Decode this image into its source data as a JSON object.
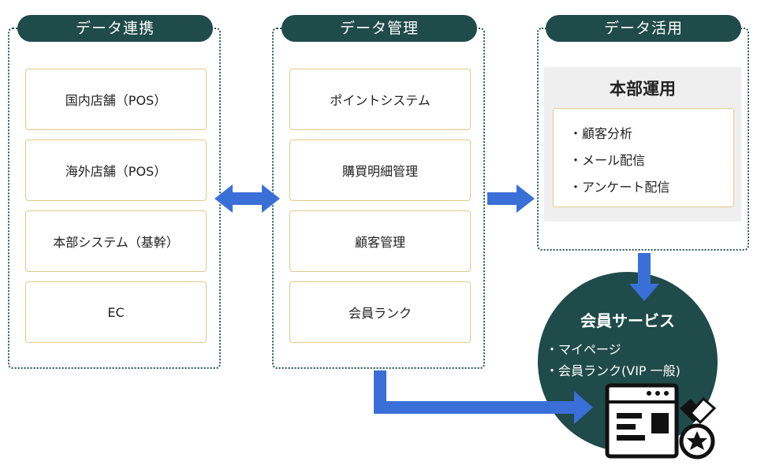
{
  "columns": [
    {
      "title": "データ連携",
      "items": [
        "国内店舗（POS）",
        "海外店舗（POS）",
        "本部システム（基幹）",
        "EC"
      ]
    },
    {
      "title": "データ管理",
      "items": [
        "ポイントシステム",
        "購買明細管理",
        "顧客管理",
        "会員ランク"
      ]
    },
    {
      "title": "データ活用"
    }
  ],
  "hq": {
    "title": "本部運用",
    "items": [
      "・顧客分析",
      "・メール配信",
      "・アンケート配信"
    ]
  },
  "member_service": {
    "title": "会員サービス",
    "items": [
      "・マイページ",
      "・会員ランク(VIP 一般)"
    ]
  },
  "icons": [
    "bidirectional-arrow-icon",
    "right-arrow-icon",
    "down-arrow-icon",
    "elbow-arrow-icon",
    "membership-card-medal-icon"
  ],
  "colors": {
    "dark_teal": "#1f4b4a",
    "arrow_blue": "#3a6fd8",
    "box_border": "#e3c88a"
  }
}
